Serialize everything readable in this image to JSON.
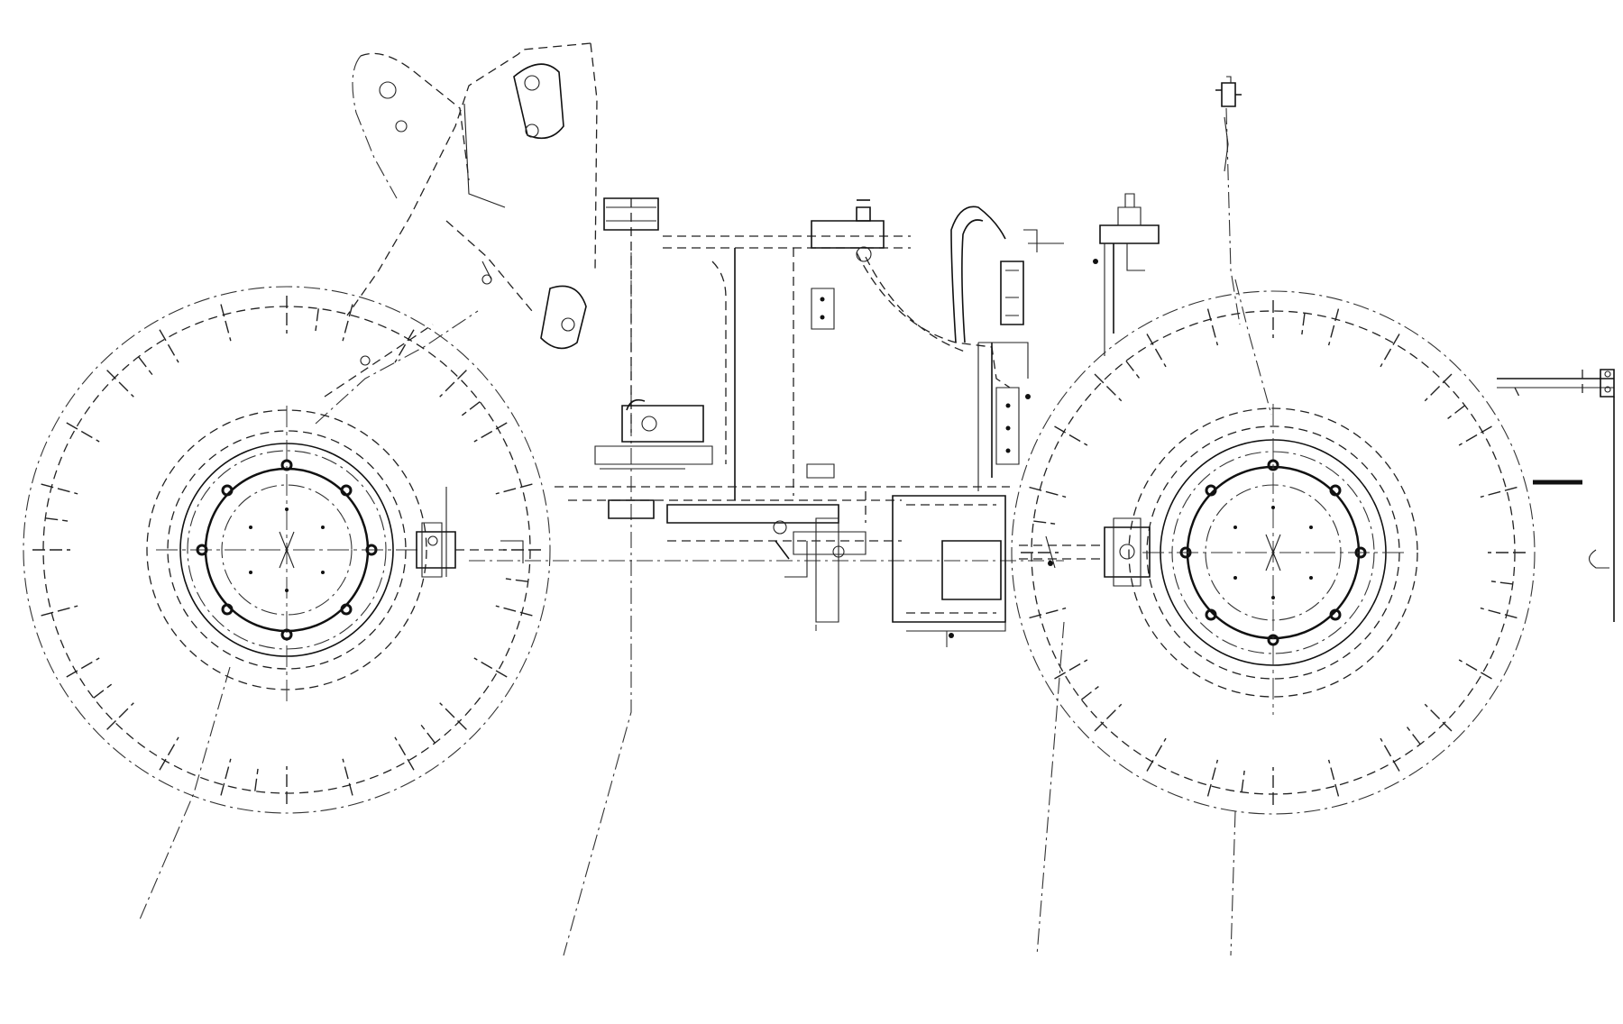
{
  "drawing": {
    "colors": {
      "background": "#ffffff",
      "line": "#111111"
    },
    "components": {
      "front_wheel": "front-wheel",
      "rear_wheel": "rear-wheel",
      "loader_arm": "loader-arm",
      "chassis": "chassis-frame",
      "cab_column": "cab-column",
      "exhaust": "exhaust-pipe",
      "counterweight_rail": "rear-rail"
    }
  }
}
